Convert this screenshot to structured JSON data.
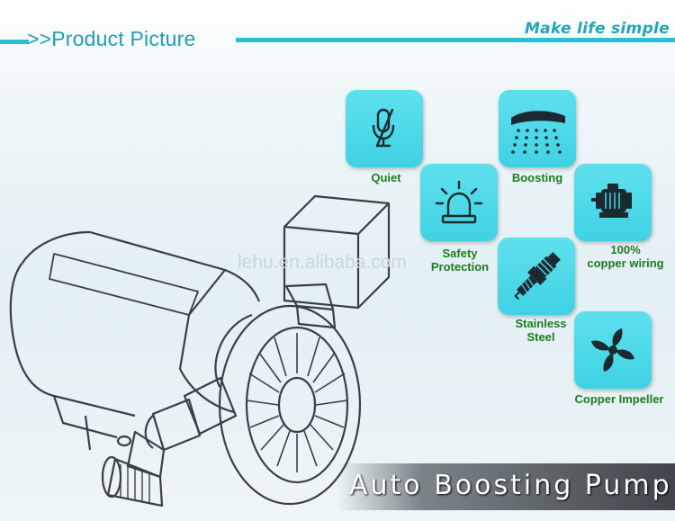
{
  "header": {
    "title": ">>Product Picture",
    "tagline": "Make life simple"
  },
  "watermark": "lehu.en.alibaba.com",
  "features": [
    {
      "label": "Quiet",
      "icon": "microphone-muted-icon"
    },
    {
      "label": "Boosting",
      "icon": "shower-head-icon"
    },
    {
      "label_1": "Safety",
      "label_2": "Protection",
      "icon": "alarm-light-icon"
    },
    {
      "label_1": "100%",
      "label_2": "copper wiring",
      "icon": "motor-icon"
    },
    {
      "label_1": "Stainless",
      "label_2": "Steel",
      "icon": "spark-plug-icon"
    },
    {
      "label": "Copper Impeller",
      "icon": "impeller-icon"
    }
  ],
  "banner": {
    "text": "Auto Boosting Pump"
  },
  "colors": {
    "accent": "#29c0d4",
    "tile": "#45d5e6",
    "label": "#1f7a22"
  }
}
